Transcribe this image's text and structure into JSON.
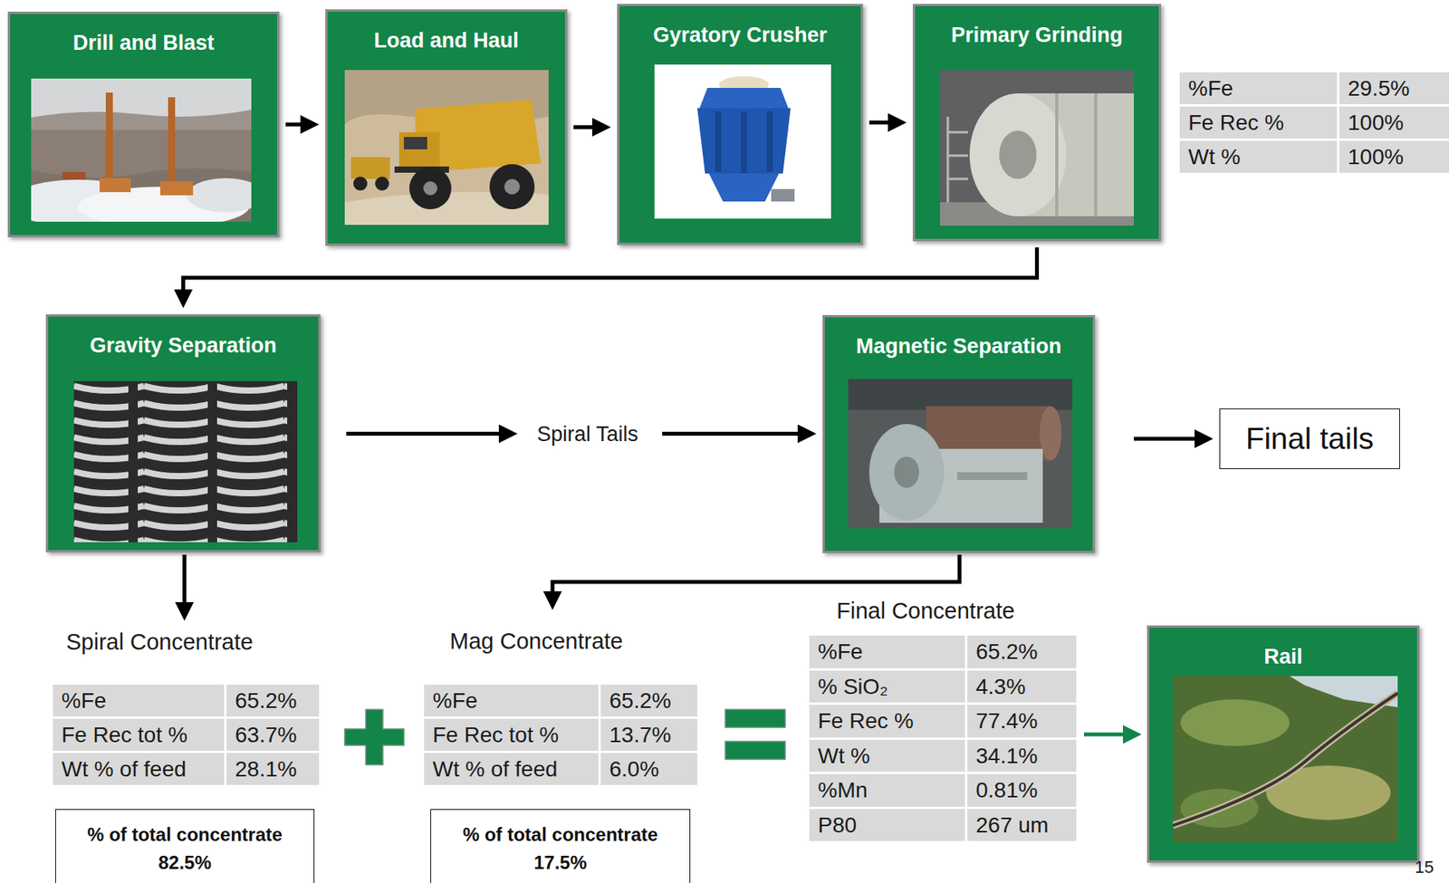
{
  "diagram": {
    "nodes": [
      {
        "text": [
          "Drill and Blast"
        ]
      },
      {
        "text": [
          "Load and Haul"
        ]
      },
      {
        "text": [
          "Gyratory Crusher"
        ]
      },
      {
        "text": [
          "Primary Grinding"
        ]
      },
      {
        "text": [
          "Gravity Separation"
        ]
      },
      {
        "text": [
          "Magnetic Separation"
        ]
      },
      {
        "text": [
          "Final tails"
        ]
      },
      {
        "text": [
          "Rail"
        ]
      },
      {
        "text": [
          "% of total concentrate",
          "82.5%"
        ]
      },
      {
        "text": [
          "% of total concentrate",
          "17.5%"
        ]
      }
    ],
    "edges": [
      {
        "from": 0,
        "to": 1,
        "arrow": "to"
      },
      {
        "from": 1,
        "to": 2,
        "arrow": "to"
      },
      {
        "from": 2,
        "to": 3,
        "arrow": "to"
      },
      {
        "from": 3,
        "to": 4,
        "arrow": "to"
      },
      {
        "from": 4,
        "to": 5,
        "label": "Spiral Tails",
        "arrow": "to"
      },
      {
        "from": 5,
        "to": 6,
        "arrow": "to"
      }
    ],
    "labels": [
      "%Fe",
      "29.5%",
      "Fe Rec %",
      "100%",
      "Wt %",
      "100%",
      "Spiral Concentrate",
      "%Fe",
      "65.2%",
      "Fe Rec tot %",
      "63.7%",
      "Wt % of feed",
      "28.1%",
      "Mag Concentrate",
      "%Fe",
      "65.2%",
      "Fe Rec tot %",
      "13.7%",
      "Wt % of feed",
      "6.0%",
      "Final Concentrate",
      "%Fe",
      "65.2%",
      "% SiO₂",
      "4.3%",
      "Fe Rec %",
      "77.4%",
      "Wt %",
      "34.1%",
      "%Mn",
      "0.81%",
      "P80",
      "267 um",
      "15"
    ]
  }
}
